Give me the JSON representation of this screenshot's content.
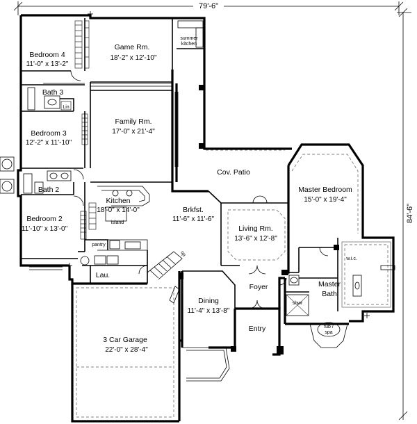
{
  "dimensions": {
    "width": "79'-6\"",
    "depth": "84'-6\""
  },
  "rooms": [
    {
      "key": "bedroom4",
      "name": "Bedroom 4",
      "size": "11'-0\" x 13'-2\""
    },
    {
      "key": "game",
      "name": "Game Rm.",
      "size": "18'-2\" x 12'-10\""
    },
    {
      "key": "family",
      "name": "Family Rm.",
      "size": "17'-0\" x 21'-4\""
    },
    {
      "key": "bedroom3",
      "name": "Bedroom 3",
      "size": "12'-2\" x 11'-10\""
    },
    {
      "key": "bedroom2",
      "name": "Bedroom 2",
      "size": "11'-10\" x 13'-0\""
    },
    {
      "key": "kitchen",
      "name": "Kitchen",
      "size": "18'-0\" x 14'-0\""
    },
    {
      "key": "brkfst",
      "name": "Brkfst.",
      "size": "11'-6\" x 11'-6\""
    },
    {
      "key": "living",
      "name": "Living Rm.",
      "size": "13'-6\" x 12'-8\""
    },
    {
      "key": "master_bed",
      "name": "Master Bedroom",
      "size": "15'-0\" x 19'-4\""
    },
    {
      "key": "dining",
      "name": "Dining",
      "size": "11'-4\" x 13'-8\""
    },
    {
      "key": "garage",
      "name": "3 Car Garage",
      "size": "22'-0\" x 28'-4\""
    }
  ],
  "labels": {
    "bath3": "Bath 3",
    "lin": "Lin",
    "bath2": "Bath 2",
    "cov_patio": "Cov. Patio",
    "summer_kitchen_1": "summer",
    "summer_kitchen_2": "kitchen",
    "island": "island",
    "pantry": "pantry",
    "lau": "Lau.",
    "up": "up",
    "foyer": "Foyer",
    "entry": "Entry",
    "master_bath_1": "Master",
    "master_bath_2": "Bath",
    "wic": "w.i.c.",
    "shwr": "shwr",
    "tub_1": "tub /",
    "tub_2": "spa"
  }
}
